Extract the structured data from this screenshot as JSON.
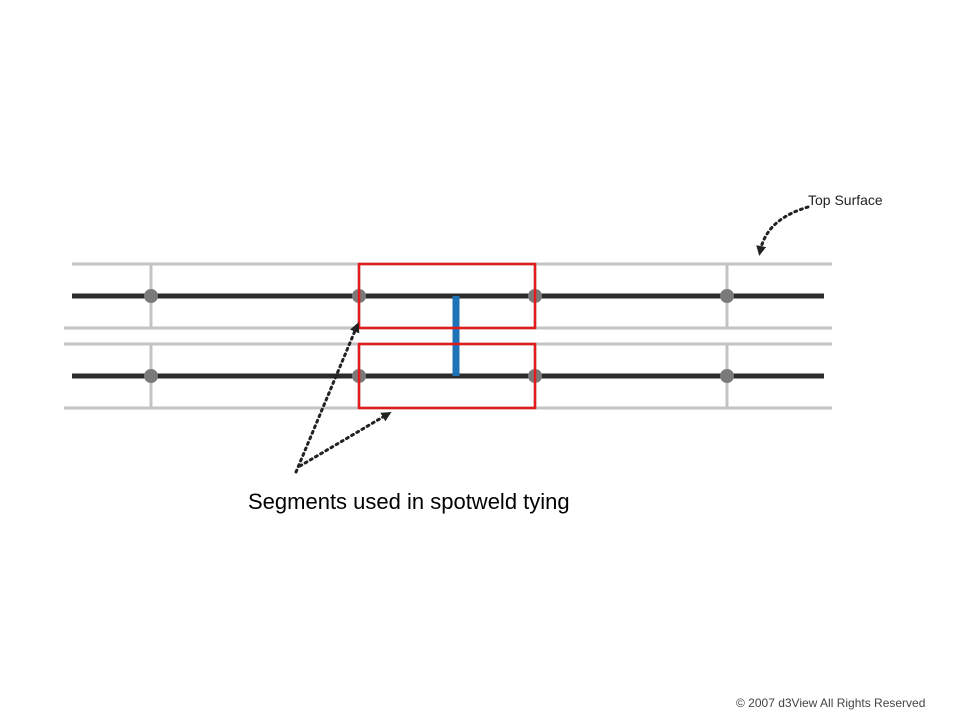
{
  "labels": {
    "top_surface": "Top Surface",
    "caption": "Segments used in spotweld tying",
    "copyright": "© 2007 d3View All Rights Reserved"
  },
  "colors": {
    "shell_midline": "#2b2b2b",
    "surface_line": "#c4c4c4",
    "node": "#7a7a7a",
    "segment_box": "#e31b1b",
    "spotweld": "#1f73b7",
    "leader": "#222222"
  },
  "icons": [
    "arrowhead-icon"
  ]
}
